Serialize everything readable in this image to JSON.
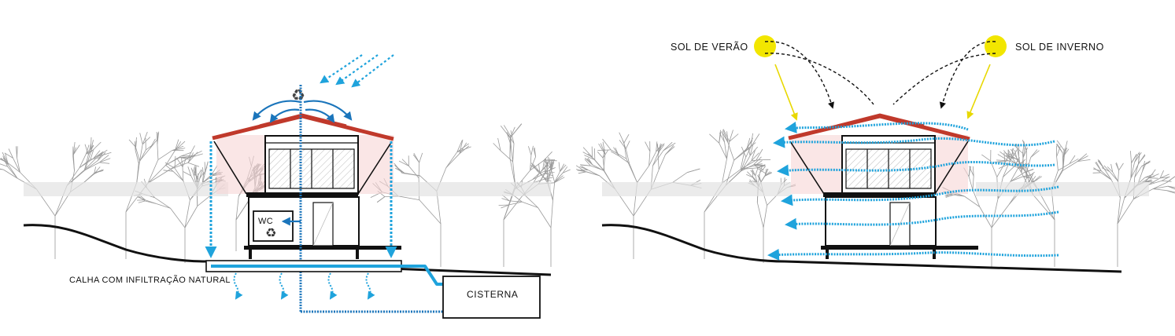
{
  "labels": {
    "gutter": "CALHA COM INFILTRAÇÃO NATURAL",
    "cistern": "CISTERNA",
    "wc": "WC",
    "recycle": "♻",
    "summer_sun": "SOL DE VERÃO",
    "winter_sun": "SOL DE INVERNO"
  },
  "colors": {
    "water": "#1fa3dc",
    "water_dark": "#1b75bb",
    "roof": "#c0392b",
    "roof_tint": "#f6d5d5",
    "sun": "#f2e600",
    "sun_ray": "#e8d800",
    "line": "#111111",
    "tree": "#9a9a9a"
  },
  "icons": {
    "recycle_top": "recycle-icon",
    "recycle_wc": "recycle-icon"
  }
}
